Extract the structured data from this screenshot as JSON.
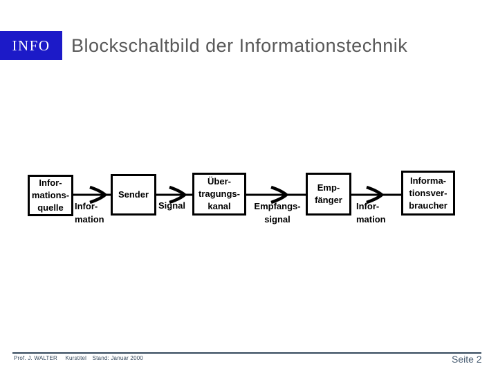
{
  "logo": {
    "text": "INFO",
    "bg_color": "#1c1ac8",
    "text_color": "#ffffff"
  },
  "title": "Blockschaltbild der Informationstechnik",
  "diagram": {
    "stroke_color": "#000000",
    "boxes": [
      {
        "name": "informationsquelle",
        "lines": [
          "Infor-",
          "mations-",
          "quelle"
        ]
      },
      {
        "name": "sender",
        "lines": [
          "Sender"
        ]
      },
      {
        "name": "uebertragungskanal",
        "lines": [
          "Über-",
          "tragungs-",
          "kanal"
        ]
      },
      {
        "name": "empfaenger",
        "lines": [
          "Emp-",
          "fänger"
        ]
      },
      {
        "name": "informationsverbraucher",
        "lines": [
          "Informa-",
          "tionsver-",
          "braucher"
        ]
      }
    ],
    "flow_labels": [
      {
        "name": "information-1",
        "lines": [
          "Infor-",
          "mation"
        ]
      },
      {
        "name": "signal",
        "lines": [
          "Signal"
        ]
      },
      {
        "name": "empfangssignal",
        "lines": [
          "Empfangs-",
          "signal"
        ]
      },
      {
        "name": "information-2",
        "lines": [
          "Infor-",
          "mation"
        ]
      }
    ]
  },
  "footer": {
    "author": "Prof. J. WALTER",
    "course": "Kurstitel",
    "version": "Stand: Januar 2000",
    "page_label": "Seite 2",
    "accent_color": "#33475b",
    "page_color": "#4a5e73"
  },
  "colors": {
    "title_text": "#595959",
    "diagram_ink": "#000000",
    "background": "#ffffff"
  }
}
